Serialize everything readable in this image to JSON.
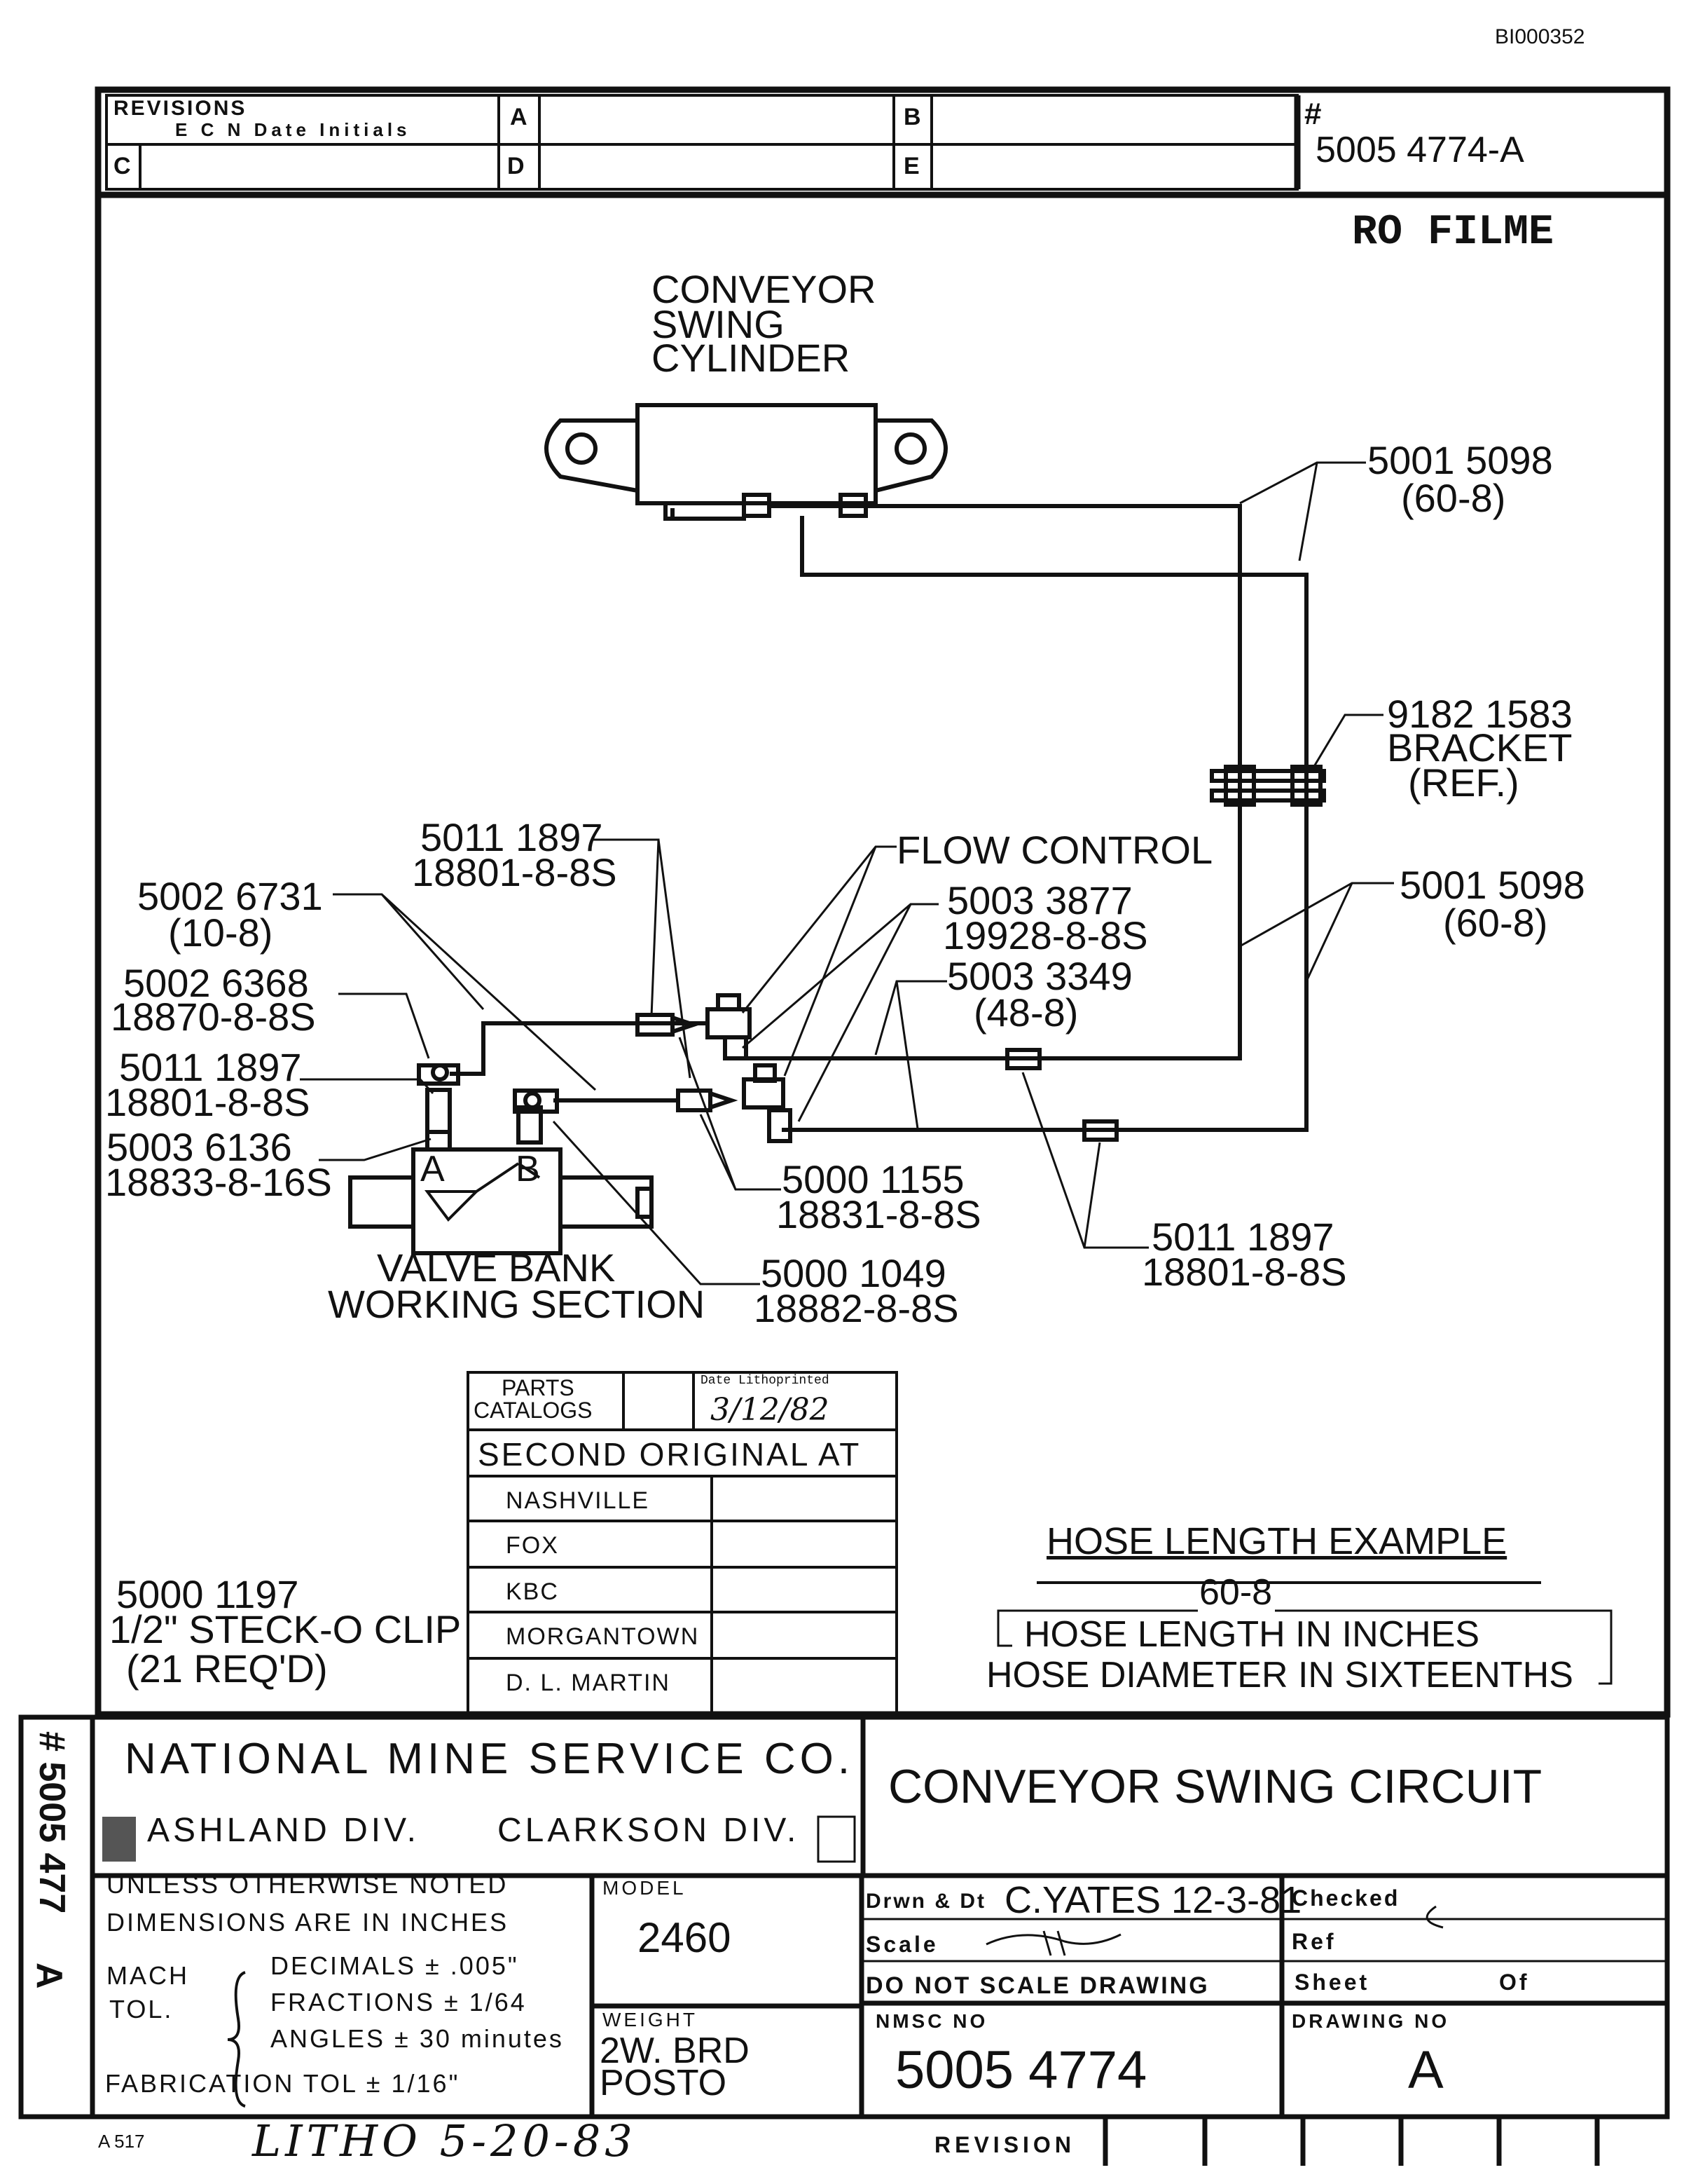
{
  "sheet": {
    "corner_id": "BI000352",
    "top_number": "#",
    "drawing_number_top": "5005 4774-A",
    "microfilm_stamp": "RO FILME"
  },
  "revisions": {
    "title": "REVISIONS",
    "subtitle": "E C N  Date  Initials",
    "cells": [
      "A",
      "B",
      "C",
      "D",
      "E"
    ]
  },
  "diagram": {
    "cylinder_label": [
      "CONVEYOR",
      "SWING",
      "CYLINDER"
    ],
    "valve_bank_label": [
      "VALVE BANK",
      "WORKING SECTION"
    ],
    "port_a": "A",
    "port_b": "B",
    "flow_control": "FLOW CONTROL",
    "callouts": [
      {
        "id": "hose-top",
        "lines": [
          "5001 5098",
          "(60-8)"
        ]
      },
      {
        "id": "bracket",
        "lines": [
          "9182 1583",
          "BRACKET",
          "(REF.)"
        ]
      },
      {
        "id": "hose-mid",
        "lines": [
          "5001 5098",
          "(60-8)"
        ]
      },
      {
        "id": "fitting-top-left",
        "lines": [
          "5011 1897",
          "18801-8-8S"
        ]
      },
      {
        "id": "hose-short",
        "lines": [
          "5002 6731",
          "(10-8)"
        ]
      },
      {
        "id": "fc-fitting",
        "lines": [
          "5003 3877",
          "19928-8-8S"
        ]
      },
      {
        "id": "hose-48",
        "lines": [
          "5003 3349",
          "(48-8)"
        ]
      },
      {
        "id": "elbow-a",
        "lines": [
          "5002 6368",
          "18870-8-8S"
        ]
      },
      {
        "id": "fitting-a",
        "lines": [
          "5011 1897",
          "18801-8-8S"
        ]
      },
      {
        "id": "adapter-a",
        "lines": [
          "5003 6136",
          "18833-8-16S"
        ]
      },
      {
        "id": "fitting-1155",
        "lines": [
          "5000 1155",
          "18831-8-8S"
        ]
      },
      {
        "id": "fitting-1049",
        "lines": [
          "5000 1049",
          "18882-8-8S"
        ]
      },
      {
        "id": "fitting-bottom",
        "lines": [
          "5011 1897",
          "18801-8-8S"
        ]
      }
    ],
    "clip_note": [
      "5000 1197",
      "1/2\" STECK-O CLIP",
      "(21 REQ'D)"
    ]
  },
  "parts_catalog": {
    "header": "PARTS",
    "header2": "CATALOGS",
    "date_label": "Date Lithoprinted",
    "date_value": "3/12/82",
    "second_original": "SECOND ORIGINAL AT",
    "locations": [
      "NASHVILLE",
      "FOX",
      "KBC",
      "MORGANTOWN",
      "D. L. MARTIN"
    ]
  },
  "hose_example": {
    "title": "HOSE LENGTH EXAMPLE",
    "code": "60-8",
    "line1": "HOSE LENGTH IN INCHES",
    "line2": "HOSE DIAMETER IN SIXTEENTHS"
  },
  "title_block": {
    "company": "NATIONAL MINE SERVICE CO.",
    "division_1": "ASHLAND DIV.",
    "division_2": "CLARKSON DIV.",
    "drawing_title": "CONVEYOR SWING CIRCUIT",
    "side_number": "# 5005 477",
    "side_letter": "A",
    "notes_line1": "UNLESS OTHERWISE NOTED",
    "notes_line2": "DIMENSIONS ARE IN INCHES",
    "mach": "MACH",
    "tol": "TOL.",
    "decimals": "DECIMALS ± .005\"",
    "fractions": "FRACTIONS ± 1/64",
    "angles": "ANGLES ± 30 minutes",
    "fabrication": "FABRICATION TOL ± 1/16\"",
    "model_label": "MODEL",
    "model_value": "2460",
    "weight_label": "WEIGHT",
    "weight_value_1": "2W. BRD",
    "weight_value_2": "POSTO",
    "drawn_label": "Drwn & Dt",
    "drawn_value": "C.YATES 12-3-81",
    "checked_label": "Checked",
    "scale_label": "Scale",
    "ref_label": "Ref",
    "do_not_scale": "DO NOT SCALE DRAWING",
    "sheet_label": "Sheet",
    "of_label": "Of",
    "nmsc_label": "NMSC NO",
    "nmsc_value": "5005 4774",
    "drawing_no_label": "DRAWING NO",
    "drawing_no_value": "A",
    "footer_code": "A 517",
    "litho": "LITHO 5-20-83",
    "revision_label": "REVISION"
  }
}
